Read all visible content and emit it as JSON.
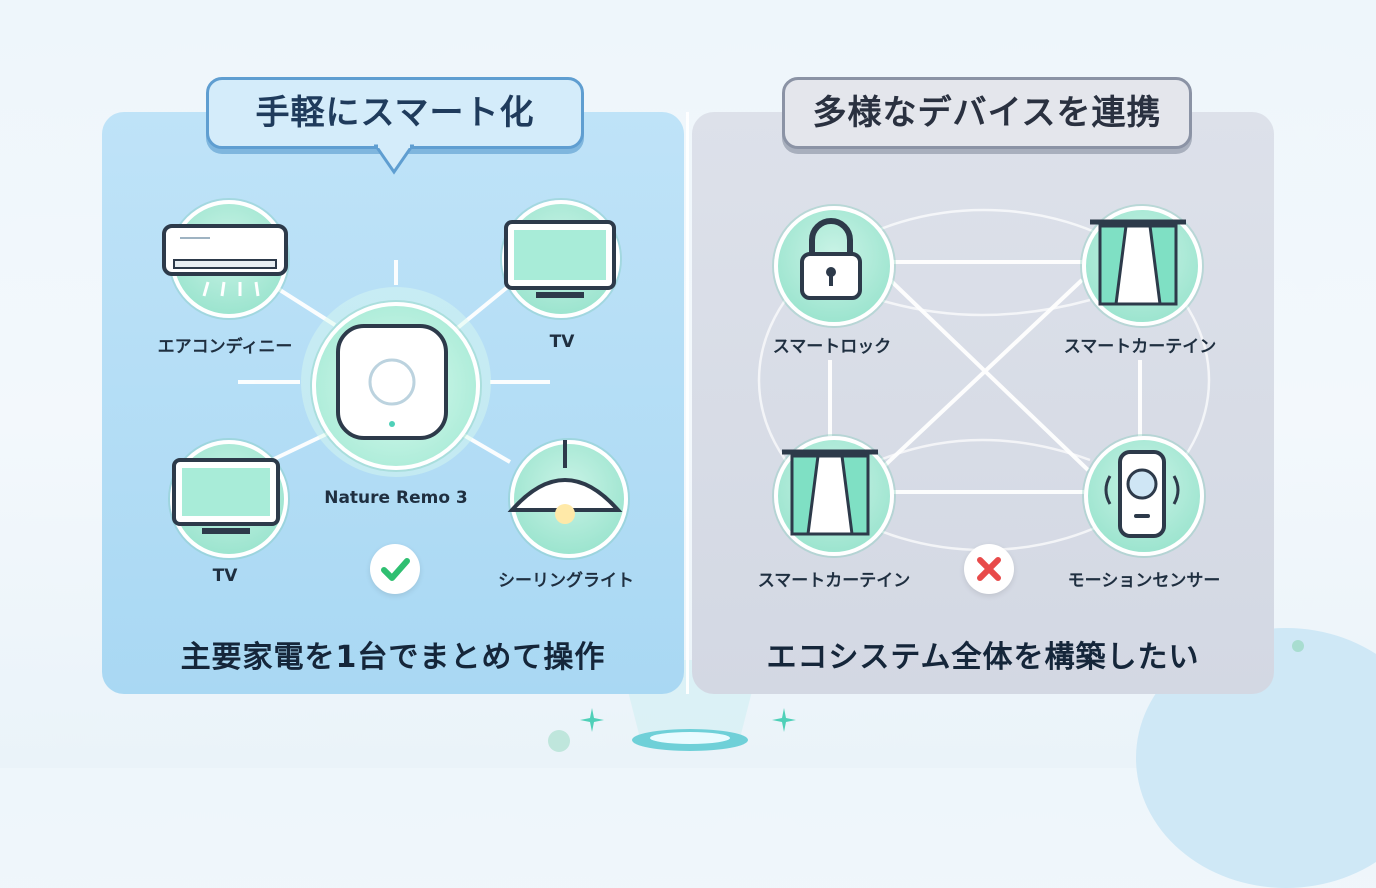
{
  "left_panel": {
    "title": "手軽にスマート化",
    "hub_label": "Nature Remo 3",
    "devices": {
      "air_conditioner": "エアコンディニー",
      "tv_top": "TV",
      "tv_bottom": "TV",
      "ceiling_light": "シーリングライト"
    },
    "status": "check",
    "caption": "主要家電を1台でまとめて操作"
  },
  "right_panel": {
    "title": "多様なデバイスを連携",
    "devices": {
      "smart_lock": "スマートロック",
      "curtain_top": "スマートカーテイン",
      "curtain_bottom": "スマートカーテイン",
      "motion_sensor": "モーションセンサー"
    },
    "status": "cross",
    "caption": "エコシステム全体を構築したい"
  },
  "colors": {
    "accent_green": "#2fbf71",
    "accent_red": "#e84a4a",
    "node_fill": "#8fe0c8",
    "left_panel_bg": "#b6def6",
    "right_panel_bg": "#d8dce6"
  },
  "icons": [
    "air-conditioner-icon",
    "tv-icon",
    "ceiling-light-icon",
    "hub-icon",
    "lock-icon",
    "curtain-icon",
    "motion-sensor-icon",
    "check-icon",
    "cross-icon"
  ]
}
